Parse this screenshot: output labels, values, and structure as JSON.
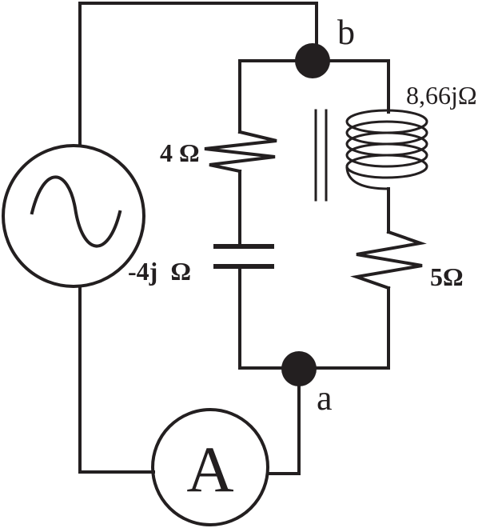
{
  "nodes": {
    "b": "b",
    "a": "a"
  },
  "components": {
    "resistor_left": "4 Ω",
    "capacitor": "-4j  Ω",
    "inductor": "8,66jΩ",
    "resistor_right": "5Ω",
    "ammeter": "A"
  },
  "colors": {
    "ink": "#231f20",
    "background": "#ffffff"
  }
}
